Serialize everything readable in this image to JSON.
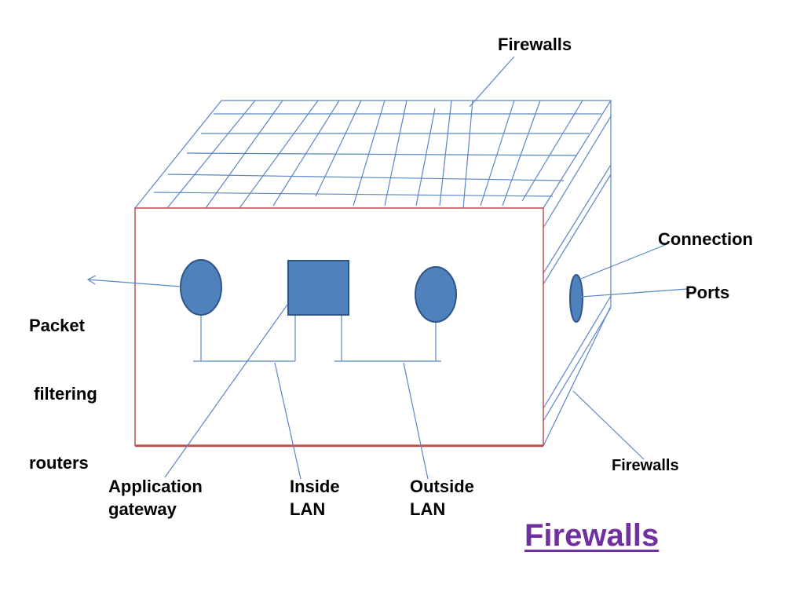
{
  "colors": {
    "grid_line": "#5b86c5",
    "front_border": "#c0504d",
    "node_fill": "#4f81bd",
    "node_stroke": "#2f5587",
    "title": "#7030a0"
  },
  "title": "Firewalls",
  "labels": {
    "firewalls_top": "Firewalls",
    "connection": "Connection",
    "ports": "Ports",
    "packet_filtering": [
      "Packet",
      " filtering",
      "routers"
    ],
    "application_gateway": [
      "Application",
      "gateway"
    ],
    "inside_lan": [
      "Inside",
      "LAN"
    ],
    "outside_lan": [
      "Outside",
      "LAN"
    ],
    "firewalls_side": "Firewalls"
  }
}
